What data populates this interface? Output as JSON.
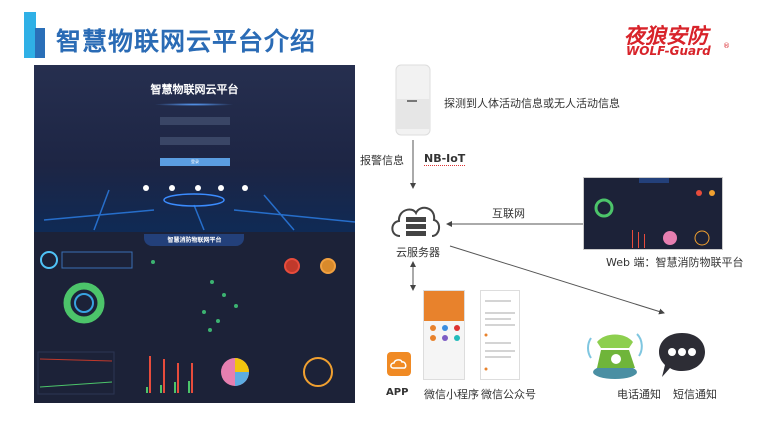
{
  "slide": {
    "title": "智慧物联网云平台介绍"
  },
  "logo": {
    "cn": "夜狼安防",
    "en": "WOLF-Guard",
    "reg": "®"
  },
  "platform_screenshot": {
    "login_title": "智慧物联网云平台",
    "login_button": "登录",
    "dashboard_title": "智慧消防物联网平台"
  },
  "diagram": {
    "sensor_caption": "探测到人体活动信息或无人活动信息",
    "alarm_label": "报警信息",
    "protocol_label": "NB-IoT",
    "cloud_label": "云服务器",
    "internet_label": "互联网",
    "web_caption": "Web 端：智慧消防物联平台",
    "clients": [
      {
        "label": "APP"
      },
      {
        "label": "微信小程序"
      },
      {
        "label": "微信公众号"
      },
      {
        "label": "电话通知"
      },
      {
        "label": "短信通知"
      }
    ]
  },
  "colors": {
    "title": "#2a6bb5",
    "brand_red": "#d8232a",
    "accent_orange": "#f08a24"
  }
}
